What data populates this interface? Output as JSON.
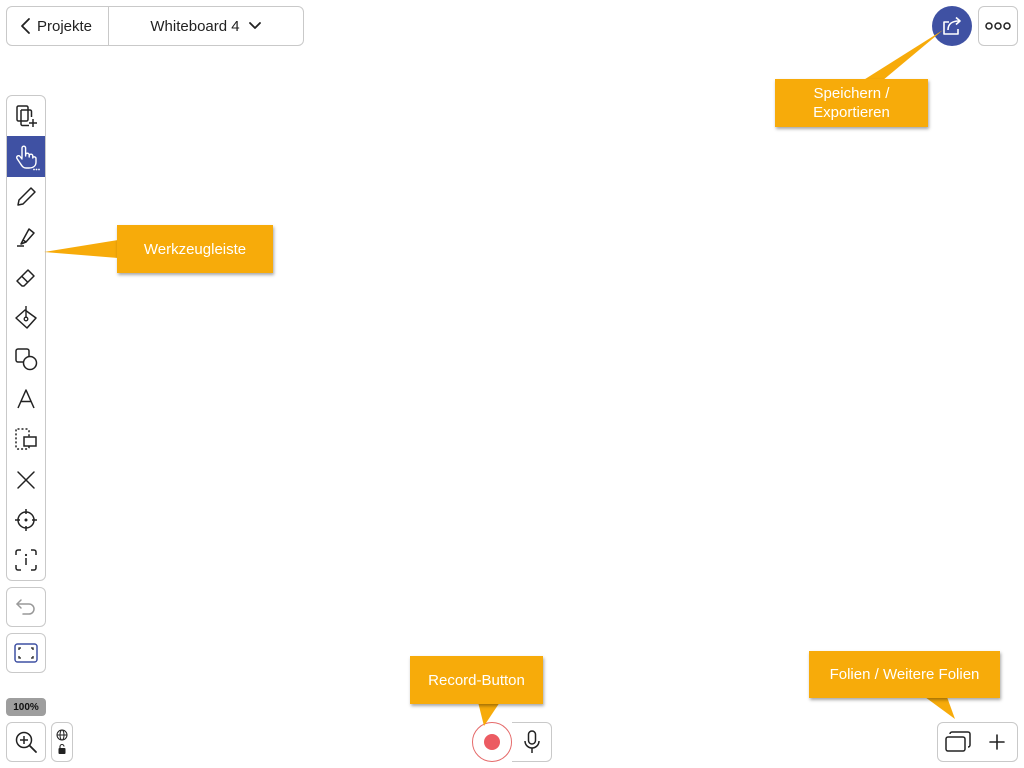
{
  "topbar": {
    "back_label": "Projekte",
    "board_title": "Whiteboard 4"
  },
  "toolbar": {
    "tools": [
      {
        "name": "add-page-icon"
      },
      {
        "name": "hand-pointer-icon",
        "active": true
      },
      {
        "name": "pencil-icon"
      },
      {
        "name": "marker-icon"
      },
      {
        "name": "eraser-icon"
      },
      {
        "name": "paint-bucket-icon"
      },
      {
        "name": "shapes-icon"
      },
      {
        "name": "text-icon"
      },
      {
        "name": "selection-icon"
      },
      {
        "name": "close-icon"
      },
      {
        "name": "laser-pointer-icon"
      },
      {
        "name": "info-frame-icon"
      }
    ]
  },
  "zoom": {
    "level": "100%"
  },
  "callouts": {
    "save_line1": "Speichern /",
    "save_line2": "Exportieren",
    "tools": "Werkzeugleiste",
    "record": "Record-Button",
    "slides": "Folien / Weitere Folien"
  },
  "colors": {
    "accent": "#3f51a3",
    "callout": "#f7ab0a",
    "record": "#ec5b62",
    "zoom_badge": "#9e9e9e"
  }
}
